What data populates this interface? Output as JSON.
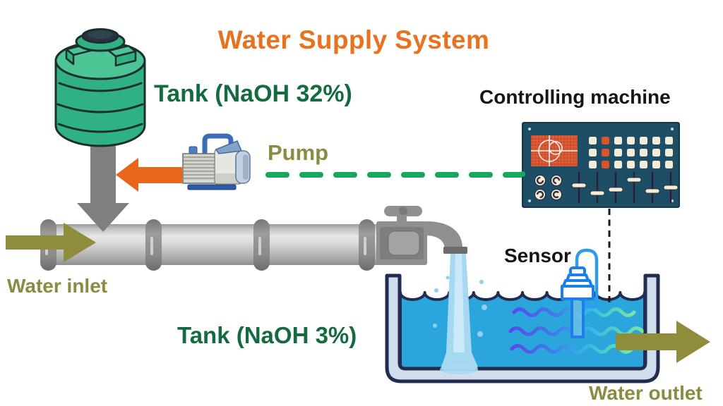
{
  "diagram": {
    "title": "Water Supply System",
    "labels": {
      "supply_tank": "Tank (NaOH 32%)",
      "pump": "Pump",
      "controller": "Controlling machine",
      "inlet": "Water inlet",
      "mixing_tank": "Tank (NaOH 3%)",
      "sensor": "Sensor",
      "outlet": "Water outlet"
    },
    "icons": {
      "supply_tank": "storage-tank-icon",
      "pump": "pump-icon",
      "controller": "control-panel-icon",
      "pipe": "pipe-icon",
      "faucet": "faucet-icon",
      "mixing_tank": "open-tank-icon",
      "sensor": "probe-sensor-icon",
      "inlet_arrow": "right-arrow-icon",
      "outlet_arrow": "right-arrow-icon",
      "pump_arrow": "left-arrow-icon",
      "tank_drop_arrow": "down-arrow-icon"
    },
    "connections": {
      "pump_to_controller": "dashed-green-line",
      "controller_to_sensor": "dashed-black-line"
    },
    "colors": {
      "title_orange": "#E8721F",
      "tank_label_green": "#156B40",
      "flow_label_olive": "#8B8B42",
      "machine_label_black": "#151515",
      "signal_dash_green": "#17A85F",
      "signal_dash_black": "#191919",
      "supply_tank_green": "#2FB183",
      "panel_navy": "#1E4D66",
      "panel_screen_orange": "#CF4E2B",
      "water_blue": "#2AA6DD",
      "stream_light_blue": "#A5D9F2",
      "arrow_orange": "#E8651A",
      "arrow_grey": "#7F7F7F",
      "arrow_olive": "#8F8C3B",
      "pipe_grey": "#C6C6C6",
      "open_tank_shell": "#CFDDED",
      "open_tank_outline": "#232C4E",
      "sensor_blue": "#1D7FE8"
    }
  }
}
